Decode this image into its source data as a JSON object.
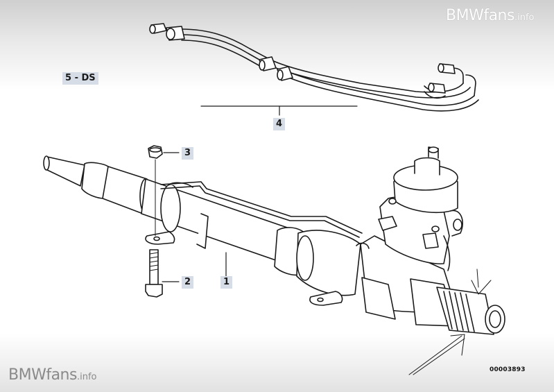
{
  "watermark": {
    "brand": "BMWfans",
    "suffix": ".info"
  },
  "diagram": {
    "callouts": {
      "part1": "1",
      "part2": "2",
      "part3": "3",
      "part4": "4",
      "group": "5 - DS"
    },
    "drawing_number": "00003893"
  }
}
